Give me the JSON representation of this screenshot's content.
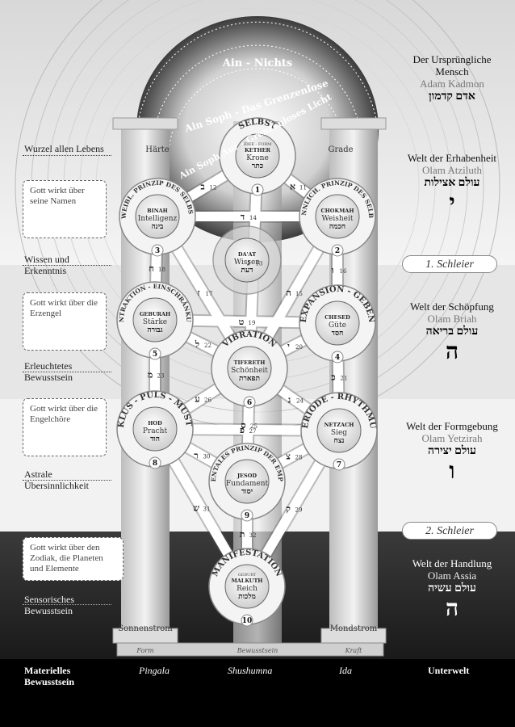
{
  "header": {
    "ain": "Ain - Nichts",
    "ain_soph": "Ain Soph - Das Grenzenlose",
    "ain_soph_aur": "Ain Soph Aur - Grenzenloses Licht"
  },
  "pillars": {
    "left_top": "Härte",
    "right_top": "Grade",
    "left_bottom": "Sonnenstrom",
    "center_bottom": "",
    "right_bottom": "Mondstrom",
    "left_base": "Form",
    "center_base": "Bewusstsein",
    "right_base": "Kraft"
  },
  "left_labels": [
    {
      "text": "Wurzel allen Lebens"
    },
    {
      "text": "Wissen und Erkenntnis"
    },
    {
      "text": "Erleuchtetes Bewusstsein"
    },
    {
      "text": "Astrale Übersinnlichkeit"
    },
    {
      "text": "Sensorisches Bewusstsein"
    }
  ],
  "left_boxes": [
    {
      "text": "Gott wirkt über seine Namen"
    },
    {
      "text": "Gott wirkt über die Erzengel"
    },
    {
      "text": "Gott wirkt über die Engelchöre"
    },
    {
      "text": "Gott wirkt über den Zodiak, die Planeten und Elemente"
    }
  ],
  "worlds": [
    {
      "de": "Der Ursprüngliche Mensch",
      "he": "Adam Kadmon",
      "heb": "אדם קדמון",
      "letter": ""
    },
    {
      "de": "Welt der Erhabenheit",
      "he": "Olam Atziluth",
      "heb": "עולם אצילות",
      "letter": "י"
    },
    {
      "de": "Welt der Schöpfung",
      "he": "Olam Briah",
      "heb": "עולם בריאה",
      "letter": "ה"
    },
    {
      "de": "Welt der Formgebung",
      "he": "Olam Yetzirah",
      "heb": "עולם יצירה",
      "letter": "ו"
    },
    {
      "de": "Welt der Handlung",
      "he": "Olam Assia",
      "heb": "עולם עשיה",
      "letter": "ה"
    }
  ],
  "veils": [
    "1. Schleier",
    "2. Schleier"
  ],
  "bottom": {
    "materiell": "Materielles Bewusstsein",
    "pingala": "Pingala",
    "shushumna": "Shushumna",
    "ida": "Ida",
    "unterwelt": "Unterwelt"
  },
  "sephiroth": [
    {
      "id": "kether",
      "ring": "SELBST",
      "name": "KETHER",
      "de": "Krone",
      "heb": "כתר",
      "num": "1",
      "sub": "IDEE - FORM"
    },
    {
      "id": "chokmah",
      "ring": "MÄNNLICH. PRINZIP DES SELBST",
      "name": "CHOKMAH",
      "de": "Weisheit",
      "heb": "חכמה",
      "num": "2",
      "sub": ""
    },
    {
      "id": "binah",
      "ring": "WEIBL. PRINZIP DES SELBST",
      "name": "BINAH",
      "de": "Intelligenz",
      "heb": "בינה",
      "num": "3",
      "sub": ""
    },
    {
      "id": "daat",
      "ring": "",
      "name": "DA'AT",
      "de": "Wissen",
      "heb": "דעת",
      "num": "",
      "sub": ""
    },
    {
      "id": "chesed",
      "ring": "EXPANSION - GEBEN",
      "name": "CHESED",
      "de": "Güte",
      "heb": "חסד",
      "num": "4",
      "sub": ""
    },
    {
      "id": "geburah",
      "ring": "KONTRAKTION - EINSCHRÄNKUNG",
      "name": "GEBURAH",
      "de": "Stärke",
      "heb": "גבורה",
      "num": "5",
      "sub": ""
    },
    {
      "id": "tiferet",
      "ring": "VIBRATION",
      "name": "TIFERETH",
      "de": "Schönheit",
      "heb": "תפארת",
      "num": "6",
      "sub": ""
    },
    {
      "id": "netzach",
      "ring": "PERIODE - RHYTHMUS",
      "name": "NETZACH",
      "de": "Sieg",
      "heb": "נצח",
      "num": "7",
      "sub": ""
    },
    {
      "id": "hod",
      "ring": "ZYKLUS - PULS - MUSTER",
      "name": "HOD",
      "de": "Pracht",
      "heb": "הוד",
      "num": "8",
      "sub": ""
    },
    {
      "id": "jesod",
      "ring": "FUNDAMENTALES PRINZIP DER EMPFÄNGNIS",
      "name": "JESOD",
      "de": "Fundament",
      "heb": "יסוד",
      "num": "9",
      "sub": ""
    },
    {
      "id": "malkuth",
      "ring": "MANIFESTATION",
      "name": "MALKUTH",
      "de": "Reich",
      "heb": "מלכות",
      "num": "10",
      "sub": "GEBURT"
    }
  ],
  "path_numbers": [
    "11",
    "12",
    "13",
    "14",
    "15",
    "16",
    "17",
    "18",
    "19",
    "20",
    "21",
    "22",
    "23",
    "24",
    "25",
    "26",
    "27",
    "28",
    "29",
    "30",
    "31",
    "32"
  ],
  "path_letters": [
    "א",
    "ב",
    "ג",
    "ד",
    "ה",
    "ו",
    "ז",
    "ח",
    "ט",
    "י",
    "כ",
    "ל",
    "מ",
    "נ",
    "ס",
    "ע",
    "פ",
    "צ",
    "ק",
    "ר",
    "ש",
    "ת"
  ]
}
